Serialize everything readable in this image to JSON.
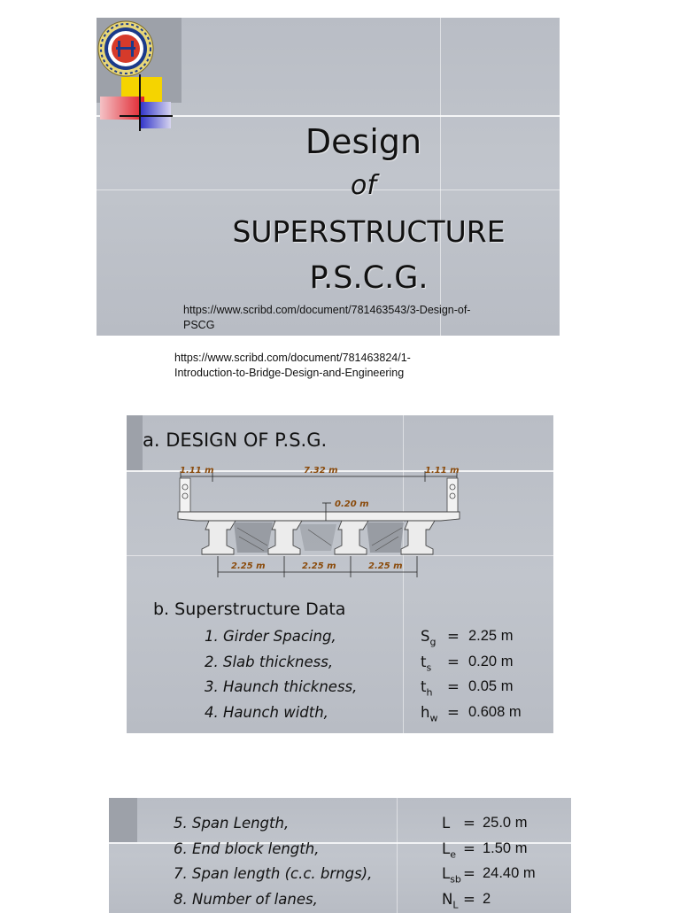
{
  "slide1": {
    "logo_text": "DPWH-BRGD",
    "title": "Design",
    "title_of": "of",
    "title_main": "SUPERSTRUCTURE",
    "title_abbr": "P.S.C.G.",
    "link_line1": "https://www.scribd.com/document/781463543/3-Design-of-",
    "link_line2": "PSCG",
    "colors": {
      "yellow": "#f5d400",
      "red": "#e0202a",
      "blue": "#2a2ec8",
      "slide_bg": "#bcc0c8"
    }
  },
  "caption": {
    "line1": "https://www.scribd.com/document/781463824/1-",
    "line2": "Introduction-to-Bridge-Design-and-Engineering"
  },
  "slide2": {
    "heading_a": "a. DESIGN OF P.S.G.",
    "section_dims": {
      "overhang_left": "1.11 m",
      "roadway": "7.32 m",
      "overhang_right": "1.11 m",
      "slab": "0.20 m",
      "spacing1": "2.25 m",
      "spacing2": "2.25 m",
      "spacing3": "2.25 m"
    },
    "heading_b": "b. Superstructure Data",
    "items": [
      {
        "label": "1. Girder Spacing,",
        "sym": "S",
        "sub": "g",
        "value": "2.25 m"
      },
      {
        "label": "2. Slab thickness,",
        "sym": "t",
        "sub": "s",
        "value": "0.20 m"
      },
      {
        "label": "3. Haunch thickness,",
        "sym": "t",
        "sub": "h",
        "value": "0.05 m"
      },
      {
        "label": "4. Haunch width,",
        "sym": "h",
        "sub": "w",
        "value": "0.608 m"
      }
    ]
  },
  "slide3": {
    "items": [
      {
        "label": "5. Span Length,",
        "sym": "L",
        "sub": "",
        "value": "25.0 m"
      },
      {
        "label": "6. End block length,",
        "sym": "L",
        "sub": "e",
        "value": "1.50 m"
      },
      {
        "label": "7. Span length (c.c. brngs),",
        "sym": "L",
        "sub": "sb",
        "value": "24.40 m"
      },
      {
        "label": "8. Number of lanes,",
        "sym": "N",
        "sub": "L",
        "value": "2"
      }
    ]
  },
  "equals": "="
}
